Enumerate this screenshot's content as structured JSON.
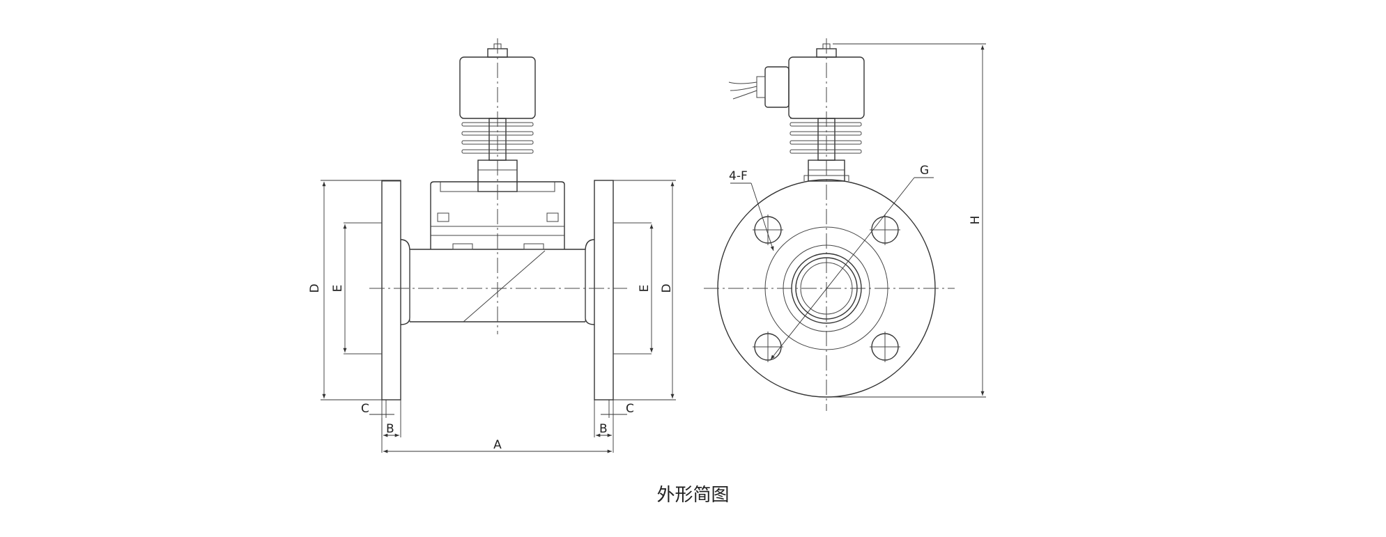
{
  "caption": "外形简图",
  "labels": {
    "A": "A",
    "B": "B",
    "C": "C",
    "D": "D",
    "E": "E",
    "F": "4-F",
    "G": "G",
    "H": "H"
  }
}
